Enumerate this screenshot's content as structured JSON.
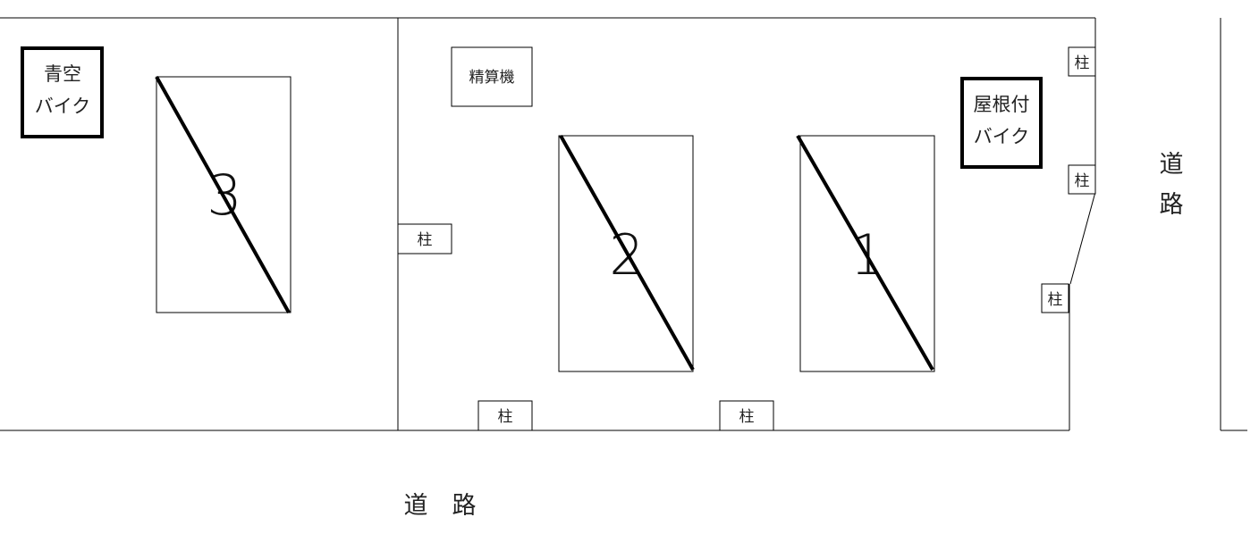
{
  "map": {
    "road_bottom": "道　路",
    "road_right_1": "道",
    "road_right_2": "路",
    "aozora_bike": {
      "line1": "青空",
      "line2": "バイク"
    },
    "roofed_bike": {
      "line1": "屋根付",
      "line2": "バイク"
    },
    "payment_machine": "精算機",
    "pillar": "柱",
    "spaces": [
      {
        "number": "3"
      },
      {
        "number": "2"
      },
      {
        "number": "1"
      }
    ]
  }
}
